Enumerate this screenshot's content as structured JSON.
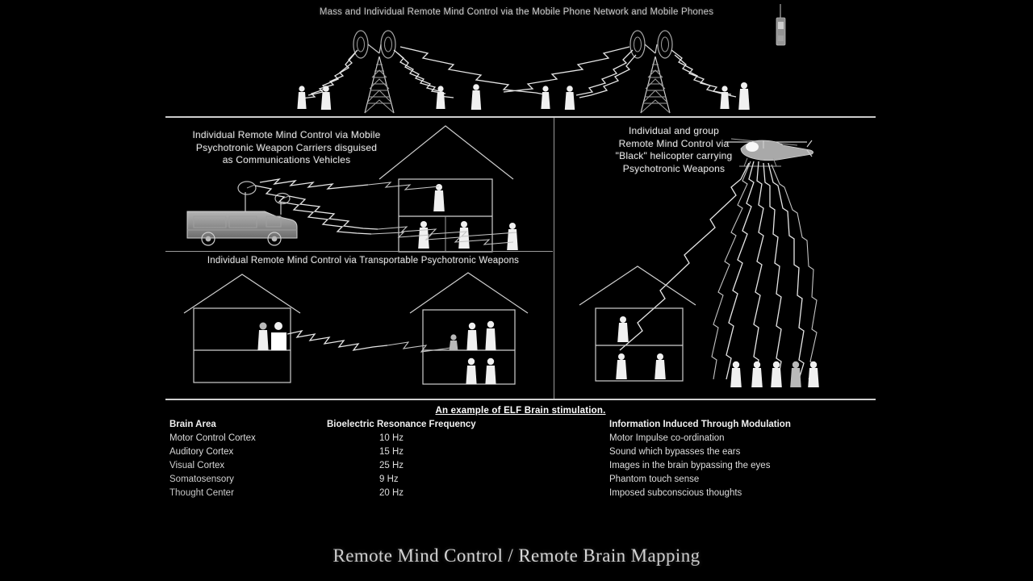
{
  "document": {
    "main_title": "Mass and Individual Remote Mind Control via the Mobile Phone Network and Mobile Phones",
    "caption": "Remote Mind Control / Remote Brain Mapping"
  },
  "panels": {
    "van": {
      "title_line1": "Individual Remote Mind Control via Mobile",
      "title_line2": "Psychotronic Weapon Carriers disguised",
      "title_line3": "as Communications Vehicles"
    },
    "helicopter": {
      "title_line1": "Individual and group",
      "title_line2": "Remote Mind Control via",
      "title_line3": "\"Black\" helicopter carrying",
      "title_line4": "Psychotronic Weapons"
    },
    "transportable": {
      "title": "Individual Remote Mind Control via Transportable Psychotronic Weapons"
    }
  },
  "table": {
    "heading": "An example of ELF Brain stimulation.",
    "columns": [
      "Brain Area",
      "Bioelectric Resonance Frequency",
      "Information Induced Through Modulation"
    ],
    "rows": [
      [
        "Motor Control Cortex",
        "10 Hz",
        "Motor Impulse co-ordination"
      ],
      [
        "Auditory Cortex",
        "15 Hz",
        "Sound which bypasses the ears"
      ],
      [
        "Visual Cortex",
        "25 Hz",
        "Images in the brain bypassing the eyes"
      ],
      [
        "Somatosensory",
        "9 Hz",
        "Phantom touch sense"
      ],
      [
        "Thought Center",
        "20 Hz",
        "Imposed subconscious thoughts"
      ]
    ]
  },
  "icons": {
    "cell_tower": "cell-tower-icon",
    "satellite_dish": "satellite-dish-icon",
    "mobile_phone": "mobile-phone-icon",
    "van": "communications-van-icon",
    "house": "house-cross-section-icon",
    "helicopter": "helicopter-icon",
    "person": "person-figure-icon",
    "beam": "lightning-beam-icon"
  },
  "colors": {
    "background": "#000000",
    "stroke": "#cfcfcf",
    "text": "#dcdcdc",
    "highlight": "#ffffff"
  }
}
